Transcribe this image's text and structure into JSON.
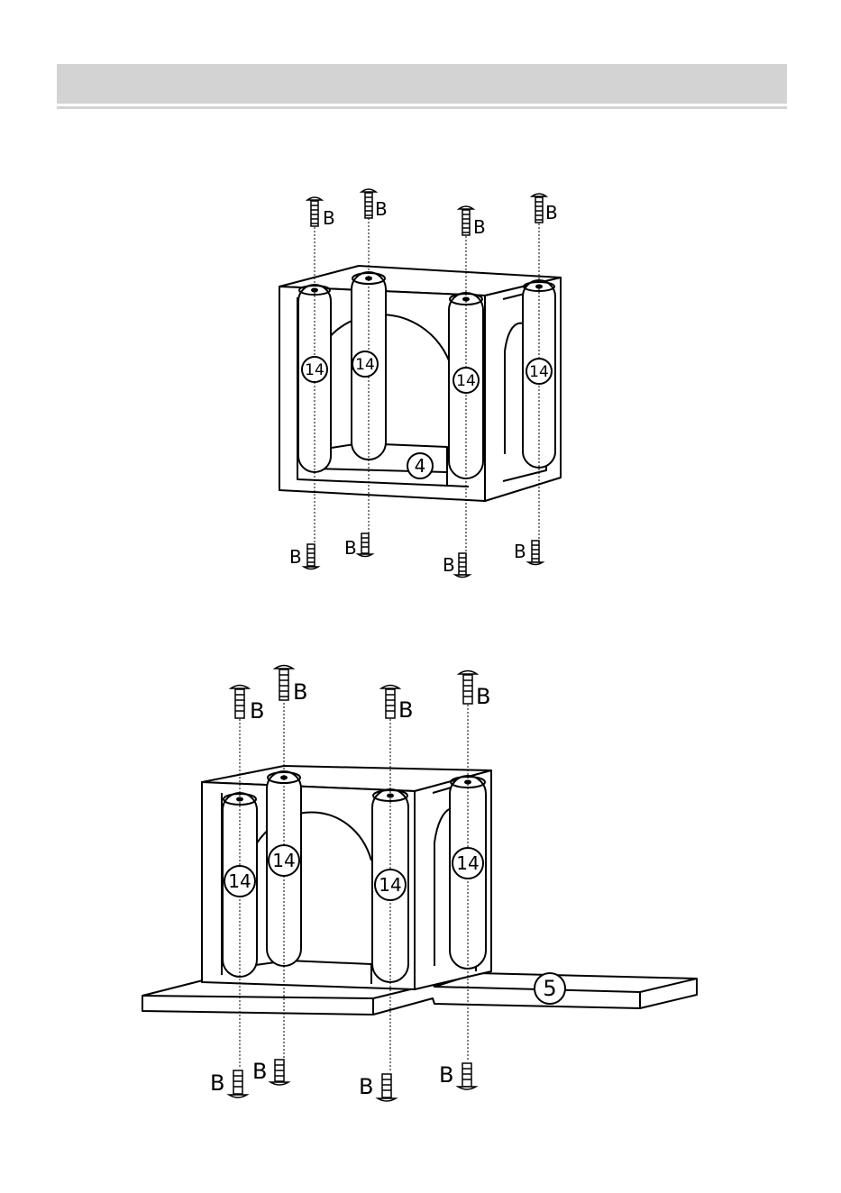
{
  "header": {
    "title": ""
  },
  "steps": [
    {
      "panel_label": "4",
      "dowel_label": "14",
      "screw_label": "B"
    },
    {
      "panel_label": "5",
      "dowel_label": "14",
      "screw_label": "B"
    }
  ]
}
